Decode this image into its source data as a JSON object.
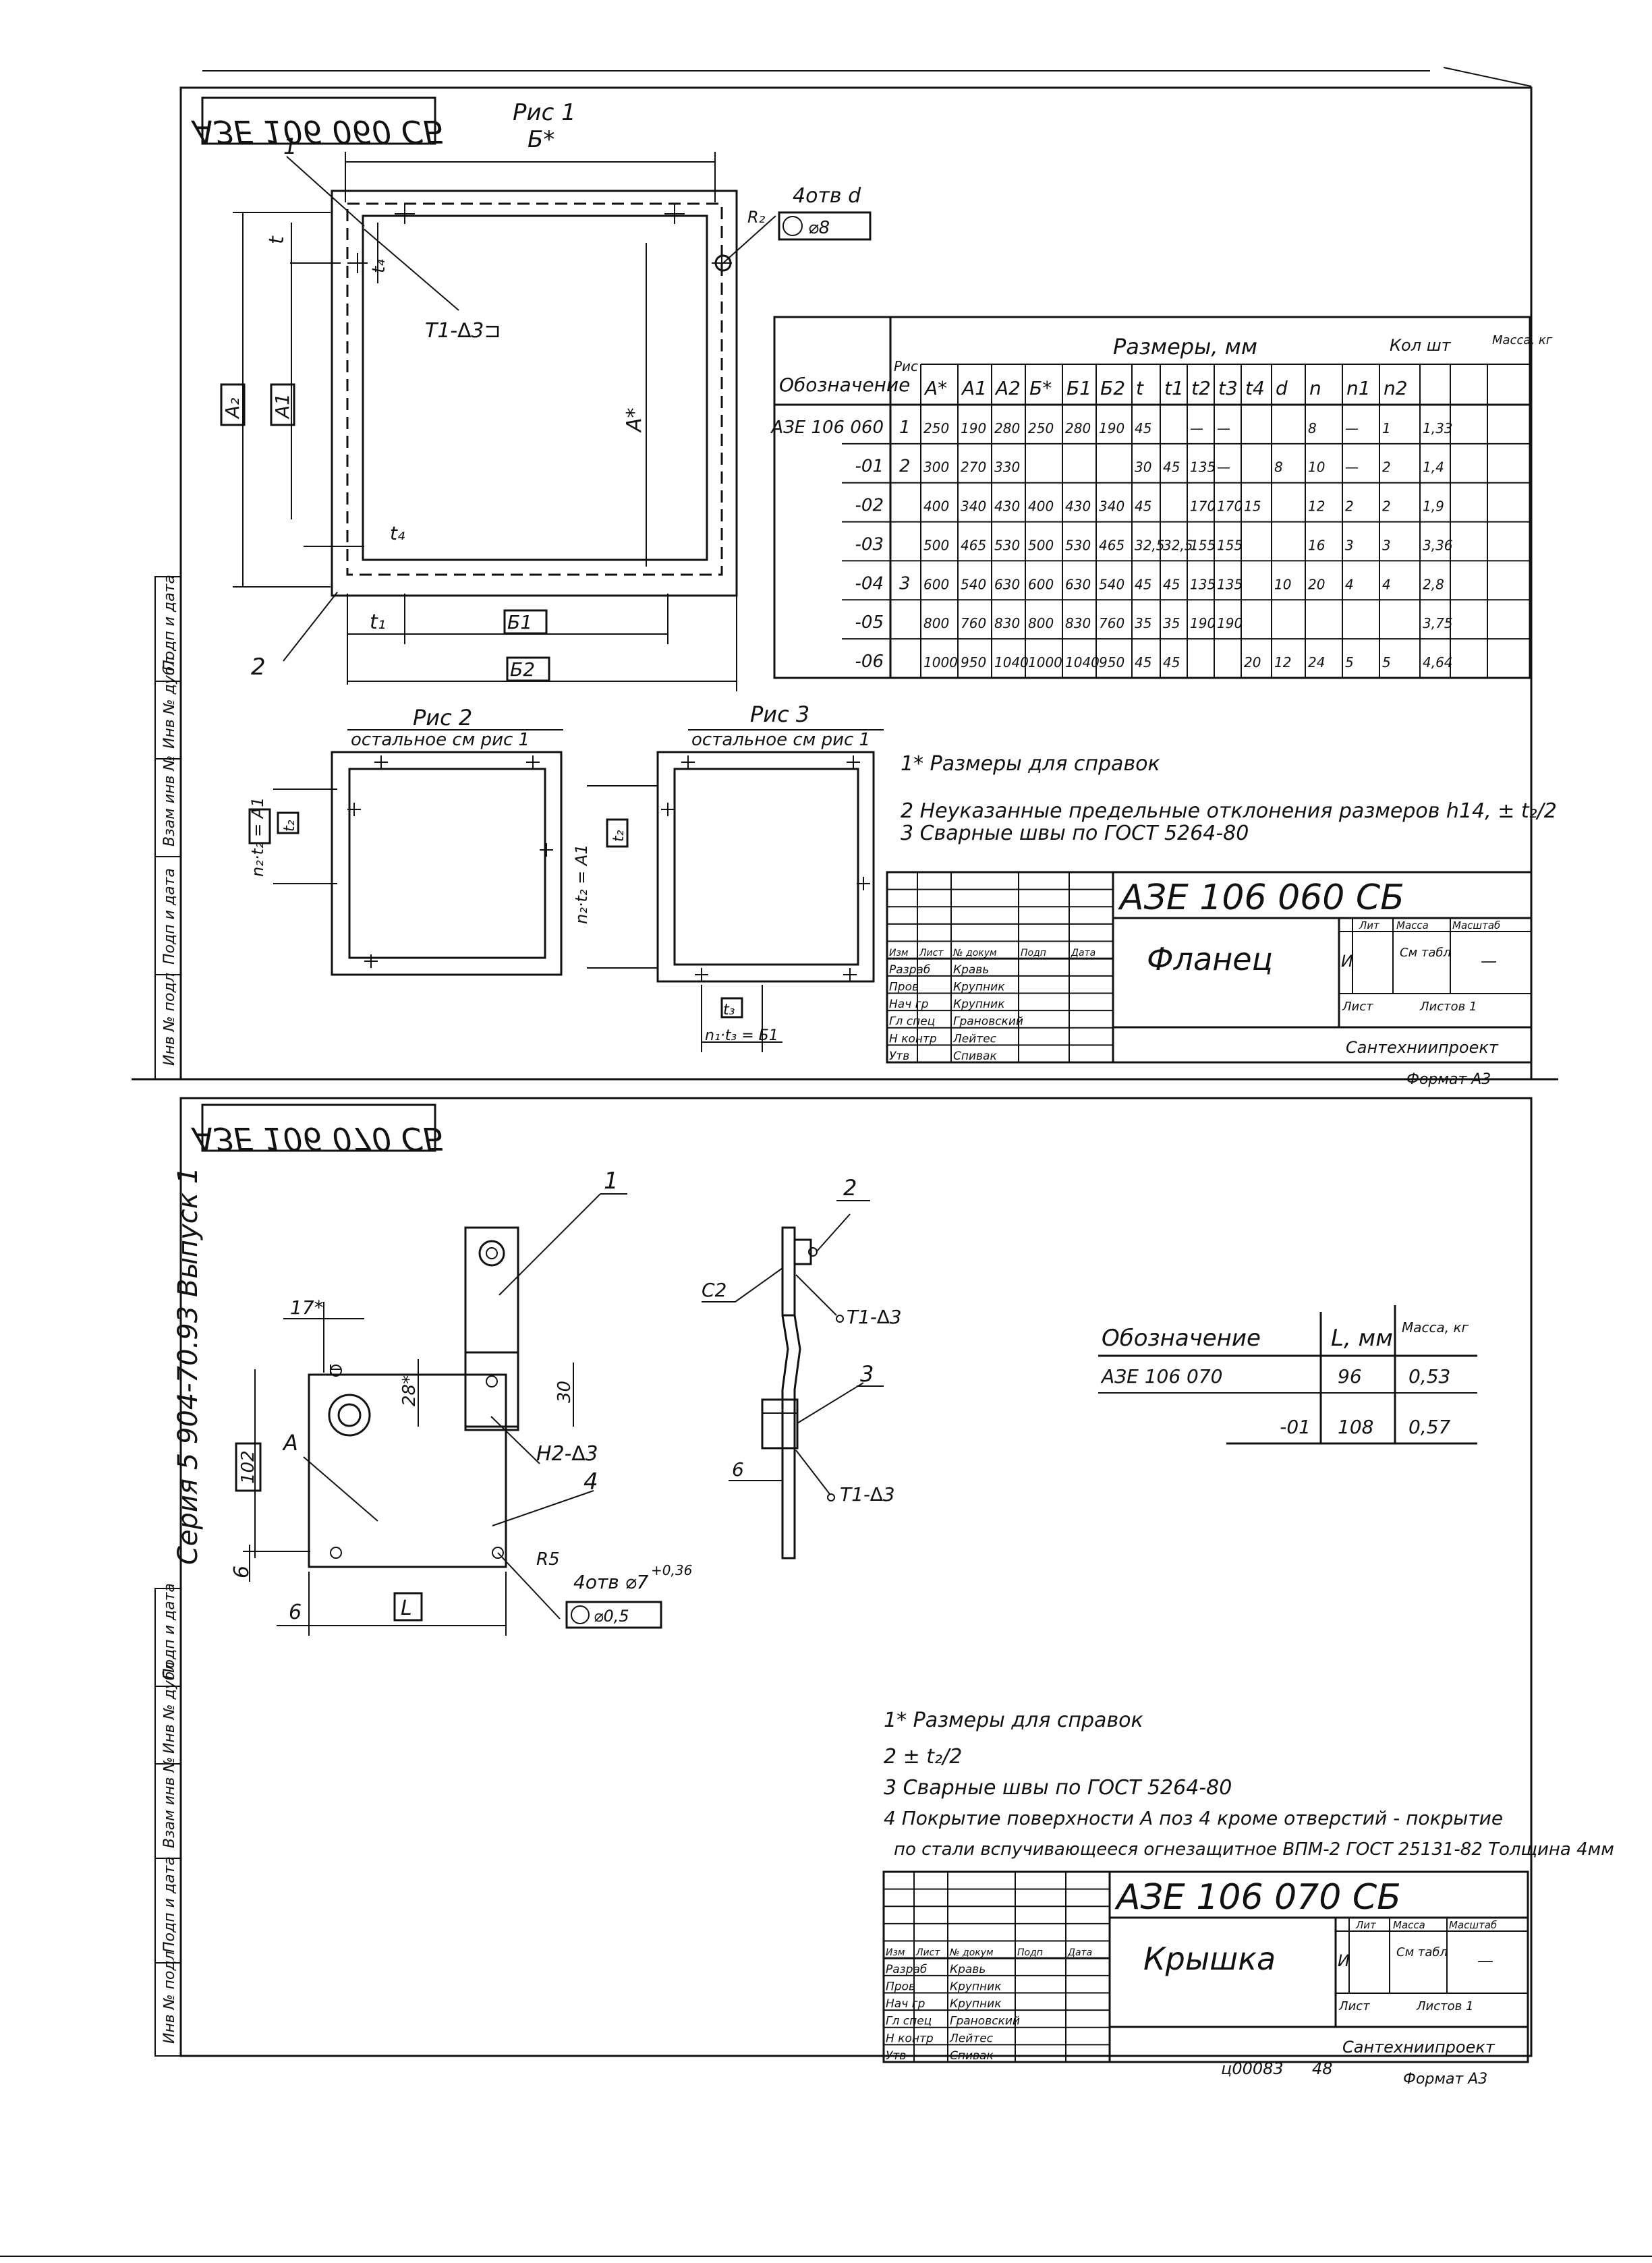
{
  "page": {
    "series_vertical": "Серия 5 904-70.93 Выпуск 1",
    "bottom_code": "ц00083",
    "bottom_num": "48"
  },
  "side_labels": {
    "upper": [
      "Инв № подл",
      "Подп и дата",
      "Взам инв №",
      "Инв № дубл",
      "Подп и дата"
    ],
    "lower": [
      "Инв № подл",
      "Подп и дата",
      "Взам инв №",
      "Инв № дубл",
      "Подп и дата"
    ]
  },
  "sheet1": {
    "stamp_mirrored": "АЗЕ 106 060 СБ",
    "fig1_label": "Рис 1",
    "fig2_label": "Рис 2",
    "fig3_label": "Рис 3",
    "fig2_sub": "остальное см рис 1",
    "fig3_sub": "остальное см рис 1",
    "dims": {
      "b_star": "Б*",
      "hole": "4отв d",
      "hole_tol": "⌀8",
      "t": "t",
      "tv_top": "t₄",
      "weld_top": "Т1-∆3⊐",
      "a2": "A₂",
      "a1": "A1",
      "a_star": "A*",
      "tv_bottom": "t₄",
      "t1": "t₁",
      "b1": "Б1",
      "b2": "Б2",
      "pos1": "1",
      "pos2": "2",
      "r": "R₂",
      "f2_t2": "t₂",
      "f2_a1": "A1",
      "f2_expr": "n₂·t₂ = A1",
      "f3_t2": "t₂",
      "f3_a1": "A1",
      "f3_expr": "n₂·t₂ = A1",
      "f3_t3": "t₃",
      "f3_bexpr": "n₁·t₃ = Б1"
    },
    "table": {
      "h_designation": "Обозначение",
      "h_fig": "Рис",
      "h_sizes": "Размеры, мм",
      "h_qty": "Кол шт",
      "h_mass": "Масса, кг",
      "cols": [
        "A*",
        "A1",
        "A2",
        "Б*",
        "Б1",
        "Б2",
        "t",
        "t1",
        "t2",
        "t3",
        "t4",
        "d",
        "n",
        "n1",
        "n2"
      ],
      "rows": [
        {
          "des": "АЗЕ 106 060",
          "fig": "1",
          "A": "250",
          "A1": "190",
          "A2": "280",
          "B": "250",
          "B1": "280",
          "B2": "190",
          "t": "45",
          "t1": "",
          "t2": "—",
          "t3": "—",
          "t4": "",
          "d": "",
          "n": "8",
          "n1": "—",
          "n2": "1",
          "m": "1,33"
        },
        {
          "des": "-01",
          "fig": "2",
          "A": "300",
          "A1": "270",
          "A2": "330",
          "B": "",
          "B1": "",
          "B2": "",
          "t": "30",
          "t1": "45",
          "t2": "135",
          "t3": "—",
          "t4": "",
          "d": "8",
          "n": "10",
          "n1": "—",
          "n2": "2",
          "m": "1,4"
        },
        {
          "des": "-02",
          "fig": "",
          "A": "400",
          "A1": "340",
          "A2": "430",
          "B": "400",
          "B1": "430",
          "B2": "340",
          "t": "45",
          "t1": "",
          "t2": "170",
          "t3": "170",
          "t4": "15",
          "d": "",
          "n": "12",
          "n1": "2",
          "n2": "2",
          "m": "1,9"
        },
        {
          "des": "-03",
          "fig": "",
          "A": "500",
          "A1": "465",
          "A2": "530",
          "B": "500",
          "B1": "530",
          "B2": "465",
          "t": "32,5",
          "t1": "32,5",
          "t2": "155",
          "t3": "155",
          "t4": "",
          "d": "",
          "n": "16",
          "n1": "3",
          "n2": "3",
          "m": "3,36"
        },
        {
          "des": "-04",
          "fig": "3",
          "A": "600",
          "A1": "540",
          "A2": "630",
          "B": "600",
          "B1": "630",
          "B2": "540",
          "t": "45",
          "t1": "45",
          "t2": "135",
          "t3": "135",
          "t4": "",
          "d": "10",
          "n": "20",
          "n1": "4",
          "n2": "4",
          "m": "2,8"
        },
        {
          "des": "-05",
          "fig": "",
          "A": "800",
          "A1": "760",
          "A2": "830",
          "B": "800",
          "B1": "830",
          "B2": "760",
          "t": "35",
          "t1": "35",
          "t2": "190",
          "t3": "190",
          "t4": "",
          "d": "",
          "n": "",
          "n1": "",
          "n2": "",
          "m": "3,75"
        },
        {
          "des": "-06",
          "fig": "",
          "A": "1000",
          "A1": "950",
          "A2": "1040",
          "B": "1000",
          "B1": "1040",
          "B2": "950",
          "t": "45",
          "t1": "45",
          "t2": "",
          "t3": "",
          "t4": "20",
          "d": "12",
          "n": "24",
          "n1": "5",
          "n2": "5",
          "m": "4,64"
        }
      ]
    },
    "notes": [
      "1* Размеры для справок",
      "2 Неуказанные предельные отклонения размеров h14, ± t₂/2",
      "3 Сварные швы по ГОСТ 5264-80"
    ],
    "title_block": {
      "doc": "АЗЕ 106 060 СБ",
      "name": "Фланец",
      "lit_h": "Лит",
      "mass_h": "Масса",
      "scale_h": "Масштаб",
      "lit": "И",
      "mass": "См табл",
      "scale": "—",
      "sheet": "Лист",
      "sheets": "Листов 1",
      "org": "Сантехниипроект",
      "format": "Формат А3",
      "col_h": [
        "Изм",
        "Лист",
        "№ докум",
        "Подп",
        "Дата"
      ],
      "people": [
        {
          "role": "Разраб",
          "name": "Кравь"
        },
        {
          "role": "Пров",
          "name": "Крупник"
        },
        {
          "role": "Нач гр",
          "name": "Крупник"
        },
        {
          "role": "Гл спец",
          "name": "Грановский"
        },
        {
          "role": "Н контр",
          "name": "Лейтес"
        },
        {
          "role": "Утв",
          "name": "Спивак"
        }
      ]
    }
  },
  "sheet2": {
    "stamp_mirrored": "АЗЕ 106 070 СБ",
    "dims": {
      "d17": "17*",
      "d28": "28*",
      "d30": "30",
      "d102": "102",
      "d6a": "6",
      "d6b": "6",
      "L": "L",
      "A": "A",
      "weld_h": "Н2-∆3",
      "hole": "4отв ⌀7",
      "hole_tol": "+0,36",
      "pos_tol": "⌀0,5",
      "r": "R5",
      "pos1": "1",
      "pos4": "4",
      "pos2": "2",
      "pos3": "3",
      "c2": "С2",
      "w1": "Т1-∆3",
      "w2": "Т1-∆3",
      "d6c": "6"
    },
    "table": {
      "h_des": "Обозначение",
      "h_L": "L, мм",
      "h_mass": "Масса, кг",
      "rows": [
        {
          "des": "АЗЕ 106 070",
          "L": "96",
          "m": "0,53"
        },
        {
          "des": "-01",
          "L": "108",
          "m": "0,57"
        }
      ]
    },
    "notes": [
      "1* Размеры для справок",
      "2 ± t₂/2",
      "3 Сварные швы по ГОСТ 5264-80",
      "4 Покрытие поверхности А поз 4 кроме отверстий - покрытие",
      "по стали вспучивающееся огнезащитное ВПМ-2 ГОСТ 25131-82 Толщина 4мм"
    ],
    "title_block": {
      "doc": "АЗЕ 106 070 СБ",
      "name": "Крышка",
      "lit_h": "Лит",
      "mass_h": "Масса",
      "scale_h": "Масштаб",
      "lit": "И",
      "mass": "См табл",
      "scale": "—",
      "sheet": "Лист",
      "sheets": "Листов 1",
      "org": "Сантехниипроект",
      "format": "Формат А3",
      "col_h": [
        "Изм",
        "Лист",
        "№ докум",
        "Подп",
        "Дата"
      ],
      "people": [
        {
          "role": "Разраб",
          "name": "Кравь"
        },
        {
          "role": "Пров",
          "name": "Крупник"
        },
        {
          "role": "Нач гр",
          "name": "Крупник"
        },
        {
          "role": "Гл спец",
          "name": "Грановский"
        },
        {
          "role": "Н контр",
          "name": "Лейтес"
        },
        {
          "role": "Утв",
          "name": "Спивак"
        }
      ]
    }
  }
}
